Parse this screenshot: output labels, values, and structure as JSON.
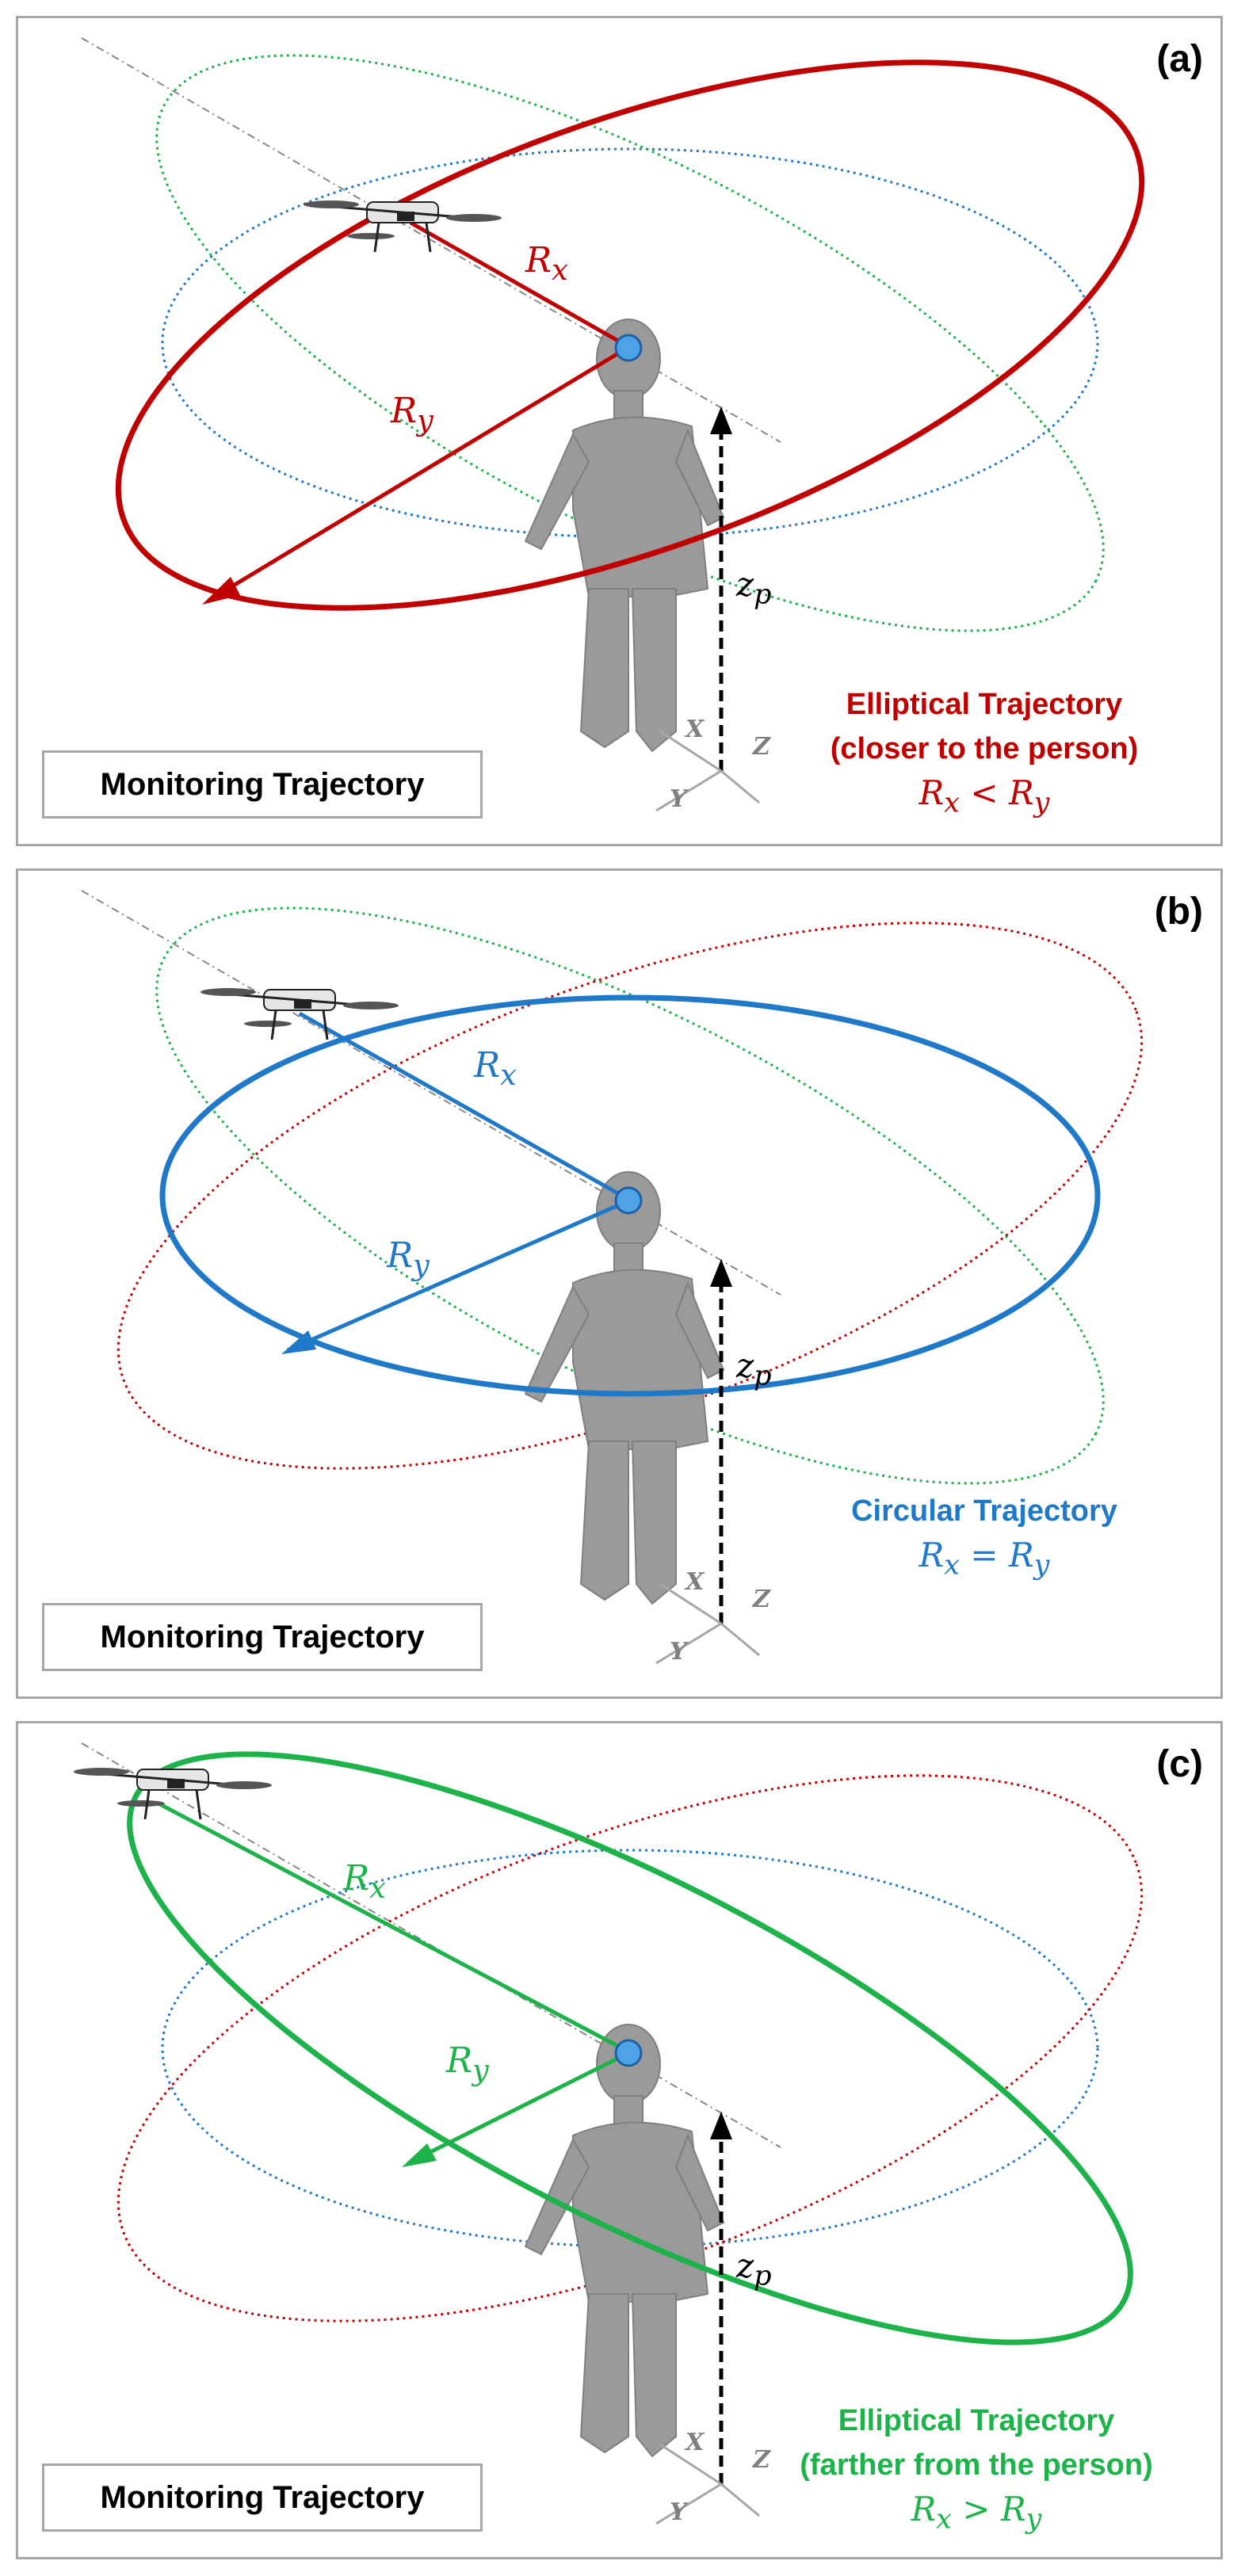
{
  "panels": [
    {
      "label": "(a)",
      "monitor_label": "Monitoring Trajectory",
      "traj_lines": [
        "Elliptical Trajectory",
        "(closer to the person)"
      ],
      "eq": {
        "left": "R",
        "left_sub": "x",
        "op": " < ",
        "right": "R",
        "right_sub": "y"
      },
      "color": "#c00000",
      "rx_label": "R",
      "rx_sub": "x",
      "ry_label": "R",
      "ry_sub": "y",
      "zp_label": "z",
      "zp_sub": "p",
      "axes": {
        "x": "X",
        "y": "Y",
        "z": "Z"
      }
    },
    {
      "label": "(b)",
      "monitor_label": "Monitoring Trajectory",
      "traj_lines": [
        "Circular Trajectory"
      ],
      "eq": {
        "left": "R",
        "left_sub": "x",
        "op": " = ",
        "right": "R",
        "right_sub": "y"
      },
      "color": "#1f78c8",
      "rx_label": "R",
      "rx_sub": "x",
      "ry_label": "R",
      "ry_sub": "y",
      "zp_label": "z",
      "zp_sub": "p",
      "axes": {
        "x": "X",
        "y": "Y",
        "z": "Z"
      }
    },
    {
      "label": "(c)",
      "monitor_label": "Monitoring Trajectory",
      "traj_lines": [
        "Elliptical Trajectory",
        "(farther from the person)"
      ],
      "eq": {
        "left": "R",
        "left_sub": "x",
        "op": " > ",
        "right": "R",
        "right_sub": "y"
      },
      "color": "#1db24a",
      "rx_label": "R",
      "rx_sub": "x",
      "ry_label": "R",
      "ry_sub": "y",
      "zp_label": "z",
      "zp_sub": "p",
      "axes": {
        "x": "X",
        "y": "Y",
        "z": "Z"
      }
    }
  ],
  "colors": {
    "elliptical_close": "#c00000",
    "circular": "#1f78c8",
    "elliptical_far": "#1db24a",
    "person": "#9a9a9a",
    "axis_gray": "#a6a6a6"
  },
  "icons": {
    "drone": "drone-icon",
    "person": "person-figure",
    "head_marker": "head-marker"
  }
}
